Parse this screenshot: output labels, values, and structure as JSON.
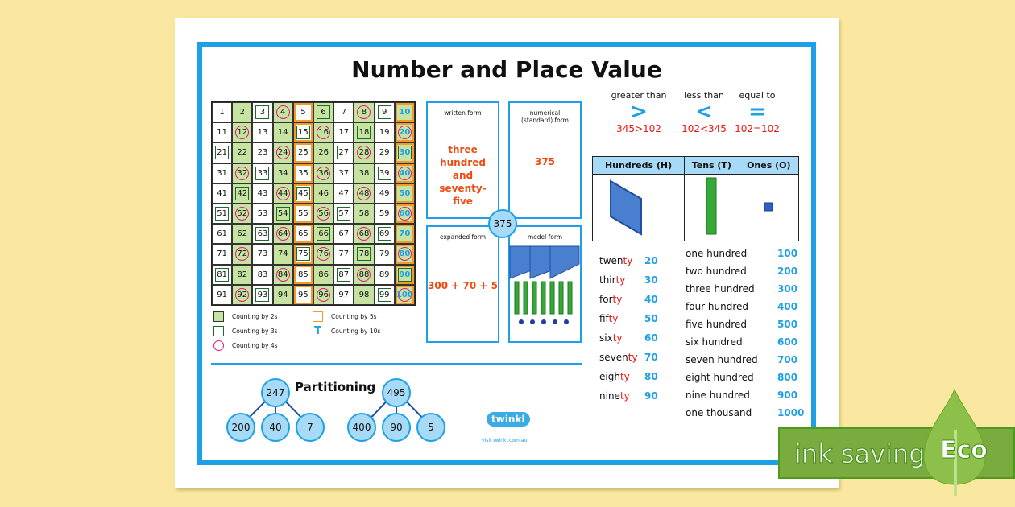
{
  "title": "Number and Place Value",
  "grid": {
    "start": 1,
    "end": 100
  },
  "legend": [
    "Counting by 2s",
    "Counting by 3s",
    "Counting by 4s",
    "Counting by 5s",
    "Counting by 10s"
  ],
  "legend_t_glyph": "T",
  "forms": {
    "written_label": "written form",
    "written_value": "three hundred and seventy-five",
    "numerical_label": "numerical (standard) form",
    "numerical_value": "375",
    "expanded_label": "expanded form",
    "expanded_value": "300 + 70 + 5",
    "model_label": "model form",
    "center": "375"
  },
  "comparison": [
    {
      "label": "greater than",
      "symbol": ">",
      "example": "345>102"
    },
    {
      "label": "less than",
      "symbol": "<",
      "example": "102<345"
    },
    {
      "label": "equal to",
      "symbol": "=",
      "example": "102=102"
    }
  ],
  "place_value_headers": [
    "Hundreds (H)",
    "Tens (T)",
    "Ones (O)"
  ],
  "tens_words": [
    {
      "stem": "twen",
      "suffix": "ty",
      "num": "20"
    },
    {
      "stem": "thir",
      "suffix": "ty",
      "num": "30"
    },
    {
      "stem": "for",
      "suffix": "ty",
      "num": "40"
    },
    {
      "stem": "fif",
      "suffix": "ty",
      "num": "50"
    },
    {
      "stem": "six",
      "suffix": "ty",
      "num": "60"
    },
    {
      "stem": "seven",
      "suffix": "ty",
      "num": "70"
    },
    {
      "stem": "eigh",
      "suffix": "ty",
      "num": "80"
    },
    {
      "stem": "nine",
      "suffix": "ty",
      "num": "90"
    }
  ],
  "hundreds_words": [
    {
      "w": "one hundred",
      "num": "100"
    },
    {
      "w": "two hundred",
      "num": "200"
    },
    {
      "w": "three hundred",
      "num": "300"
    },
    {
      "w": "four hundred",
      "num": "400"
    },
    {
      "w": "five hundred",
      "num": "500"
    },
    {
      "w": "six hundred",
      "num": "600"
    },
    {
      "w": "seven hundred",
      "num": "700"
    },
    {
      "w": "eight hundred",
      "num": "800"
    },
    {
      "w": "nine hundred",
      "num": "900"
    },
    {
      "w": "one thousand",
      "num": "1000"
    }
  ],
  "partitioning": {
    "title": "Partitioning",
    "a": {
      "whole": "247",
      "parts": [
        "200",
        "40",
        "7"
      ]
    },
    "b": {
      "whole": "495",
      "parts": [
        "400",
        "90",
        "5"
      ]
    }
  },
  "logo": {
    "name": "twinkl",
    "url_text": "visit twinkl.com.au"
  },
  "eco": {
    "label": "ink saving",
    "badge": "Eco"
  },
  "colors": {
    "background": "#fbe8a0",
    "accent": "#1ea0e6",
    "red": "#f01010",
    "green": "#7aab3f"
  }
}
